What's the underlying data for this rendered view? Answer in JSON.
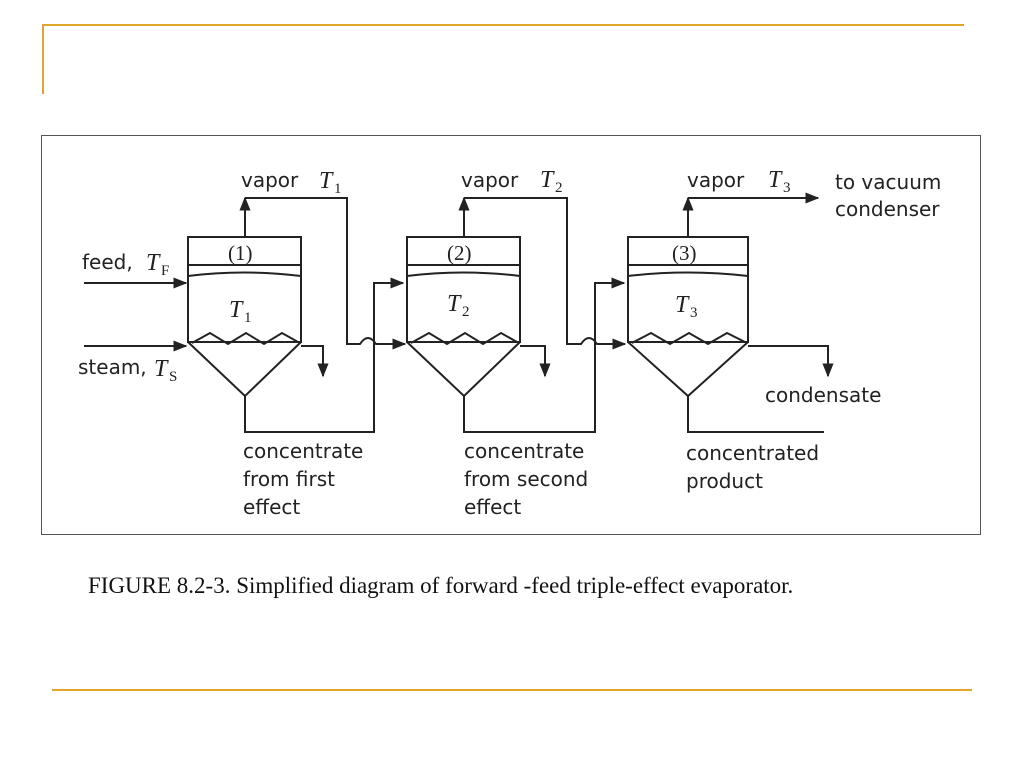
{
  "colors": {
    "accent": "#e0a52c",
    "line": "#222222"
  },
  "diagram": {
    "effects": [
      {
        "number": "(1)",
        "liquid_temp": "T",
        "liquid_sub": "1",
        "vapor_label": "vapor",
        "vapor_temp": "T",
        "vapor_sub": "1",
        "concentrate_label": [
          "concentrate",
          "from first",
          "effect"
        ]
      },
      {
        "number": "(2)",
        "liquid_temp": "T",
        "liquid_sub": "2",
        "vapor_label": "vapor",
        "vapor_temp": "T",
        "vapor_sub": "2",
        "concentrate_label": [
          "concentrate",
          "from second",
          "effect"
        ]
      },
      {
        "number": "(3)",
        "liquid_temp": "T",
        "liquid_sub": "3",
        "vapor_label": "vapor",
        "vapor_temp": "T",
        "vapor_sub": "3",
        "concentrate_label": [
          "concentrated",
          "product"
        ]
      }
    ],
    "feed": {
      "label": "feed,",
      "temp": "T",
      "sub": "F"
    },
    "steam": {
      "label": "steam,",
      "temp": "T",
      "sub": "S"
    },
    "vacuum": [
      "to vacuum",
      "condenser"
    ],
    "condensate": "condensate"
  },
  "caption": "FIGURE 8.2-3. Simplified diagram of forward -feed triple-effect evaporator."
}
